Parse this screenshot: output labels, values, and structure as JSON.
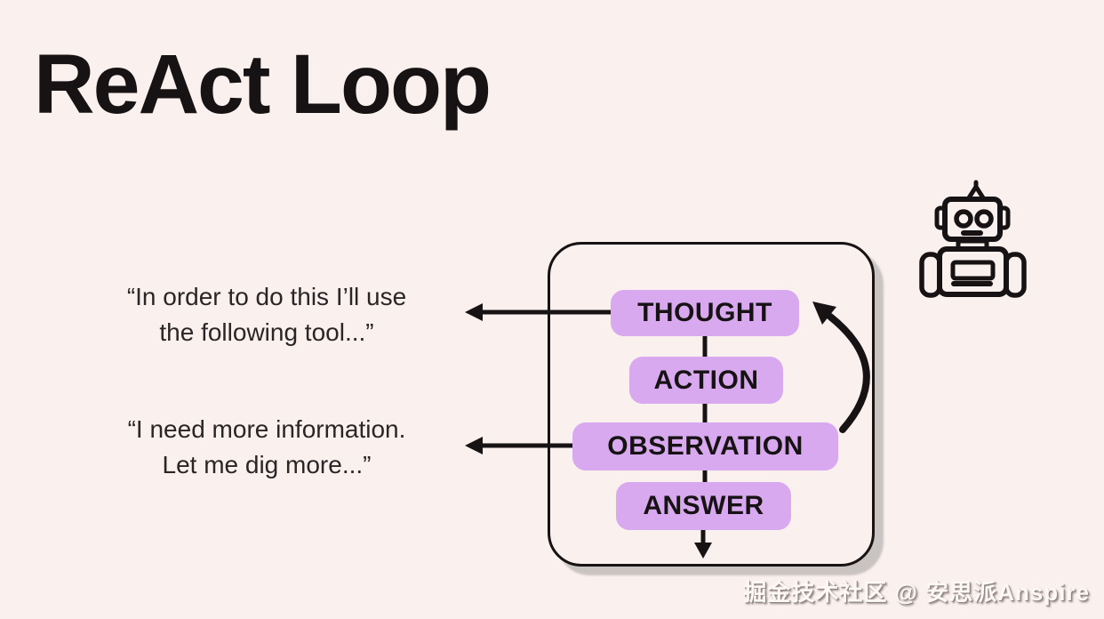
{
  "page": {
    "title": "ReAct Loop",
    "watermark": "掘金技术社区 @ 安思派Anspire"
  },
  "colors": {
    "bg": "#faf0ee",
    "pill": "#d9a9ef",
    "ink": "#171314",
    "boxshadow": "#c9c3c2",
    "wm": "#fdf8f6",
    "wmshadow": "#8f8482"
  },
  "quotes": [
    {
      "lines": [
        "“In order to do this I’ll use",
        "the following tool...”"
      ]
    },
    {
      "lines": [
        "“I need more information.",
        "Let me dig more...”"
      ]
    }
  ],
  "diagram": {
    "steps": [
      {
        "label": "THOUGHT"
      },
      {
        "label": "ACTION"
      },
      {
        "label": "OBSERVATION"
      },
      {
        "label": "ANSWER"
      }
    ]
  },
  "icons": {
    "robot": "robot-icon",
    "loop_arrow": "loop-arrow-icon",
    "thought_arrow": "left-arrow-icon",
    "observation_arrow": "left-arrow-icon",
    "answer_arrow": "down-arrow-icon"
  }
}
